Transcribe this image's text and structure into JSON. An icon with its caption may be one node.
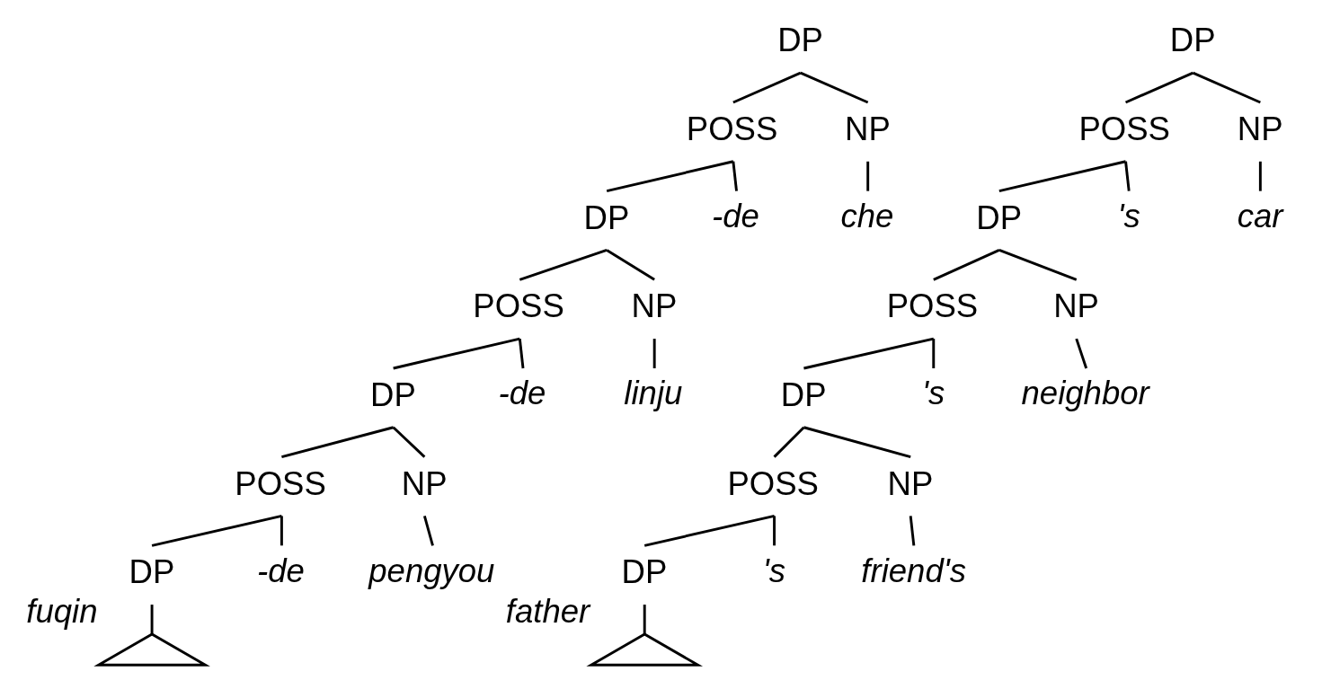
{
  "diagram": {
    "nodes": [
      {
        "text": [
          "DP"
        ]
      },
      {
        "text": [
          "POSS"
        ]
      },
      {
        "text": [
          "NP"
        ]
      },
      {
        "text": [
          "DP"
        ]
      },
      {
        "text": [
          "-de"
        ]
      },
      {
        "text": [
          "che"
        ]
      },
      {
        "text": [
          "POSS"
        ]
      },
      {
        "text": [
          "NP"
        ]
      },
      {
        "text": [
          "DP"
        ]
      },
      {
        "text": [
          "-de"
        ]
      },
      {
        "text": [
          "linju"
        ]
      },
      {
        "text": [
          "POSS"
        ]
      },
      {
        "text": [
          "NP"
        ]
      },
      {
        "text": [
          "DP"
        ]
      },
      {
        "text": [
          "-de"
        ]
      },
      {
        "text": [
          "pengyou"
        ]
      },
      {
        "text": [],
        "shape": "triangle",
        "beside": [
          "fuqin"
        ]
      },
      {
        "text": [
          "DP"
        ]
      },
      {
        "text": [
          "POSS"
        ]
      },
      {
        "text": [
          "NP"
        ]
      },
      {
        "text": [
          "DP"
        ]
      },
      {
        "text": [
          "'s"
        ]
      },
      {
        "text": [
          "car"
        ]
      },
      {
        "text": [
          "POSS"
        ]
      },
      {
        "text": [
          "NP"
        ]
      },
      {
        "text": [
          "DP"
        ]
      },
      {
        "text": [
          "'s"
        ]
      },
      {
        "text": [
          "neighbor"
        ]
      },
      {
        "text": [
          "POSS"
        ]
      },
      {
        "text": [
          "NP"
        ]
      },
      {
        "text": [
          "DP"
        ]
      },
      {
        "text": [
          "'s"
        ]
      },
      {
        "text": [
          "friend's"
        ]
      },
      {
        "text": [],
        "shape": "triangle",
        "beside": [
          "father"
        ]
      }
    ],
    "edges": [
      {
        "from": 0,
        "to": 1,
        "arrow": "none"
      },
      {
        "from": 0,
        "to": 2,
        "arrow": "none"
      },
      {
        "from": 1,
        "to": 3,
        "arrow": "none"
      },
      {
        "from": 1,
        "to": 4,
        "arrow": "none"
      },
      {
        "from": 2,
        "to": 5,
        "arrow": "none"
      },
      {
        "from": 3,
        "to": 6,
        "arrow": "none"
      },
      {
        "from": 3,
        "to": 7,
        "arrow": "none"
      },
      {
        "from": 6,
        "to": 8,
        "arrow": "none"
      },
      {
        "from": 6,
        "to": 9,
        "arrow": "none"
      },
      {
        "from": 7,
        "to": 10,
        "arrow": "none"
      },
      {
        "from": 8,
        "to": 11,
        "arrow": "none"
      },
      {
        "from": 8,
        "to": 12,
        "arrow": "none"
      },
      {
        "from": 11,
        "to": 13,
        "arrow": "none"
      },
      {
        "from": 11,
        "to": 14,
        "arrow": "none"
      },
      {
        "from": 12,
        "to": 15,
        "arrow": "none"
      },
      {
        "from": 13,
        "to": 16,
        "arrow": "none"
      },
      {
        "from": 17,
        "to": 18,
        "arrow": "none"
      },
      {
        "from": 17,
        "to": 19,
        "arrow": "none"
      },
      {
        "from": 18,
        "to": 20,
        "arrow": "none"
      },
      {
        "from": 18,
        "to": 21,
        "arrow": "none"
      },
      {
        "from": 19,
        "to": 22,
        "arrow": "none"
      },
      {
        "from": 20,
        "to": 23,
        "arrow": "none"
      },
      {
        "from": 20,
        "to": 24,
        "arrow": "none"
      },
      {
        "from": 23,
        "to": 25,
        "arrow": "none"
      },
      {
        "from": 23,
        "to": 26,
        "arrow": "none"
      },
      {
        "from": 24,
        "to": 27,
        "arrow": "none"
      },
      {
        "from": 25,
        "to": 28,
        "arrow": "none"
      },
      {
        "from": 25,
        "to": 29,
        "arrow": "none"
      },
      {
        "from": 28,
        "to": 30,
        "arrow": "none"
      },
      {
        "from": 28,
        "to": 31,
        "arrow": "none"
      },
      {
        "from": 29,
        "to": 32,
        "arrow": "none"
      },
      {
        "from": 30,
        "to": 33,
        "arrow": "none"
      }
    ]
  }
}
